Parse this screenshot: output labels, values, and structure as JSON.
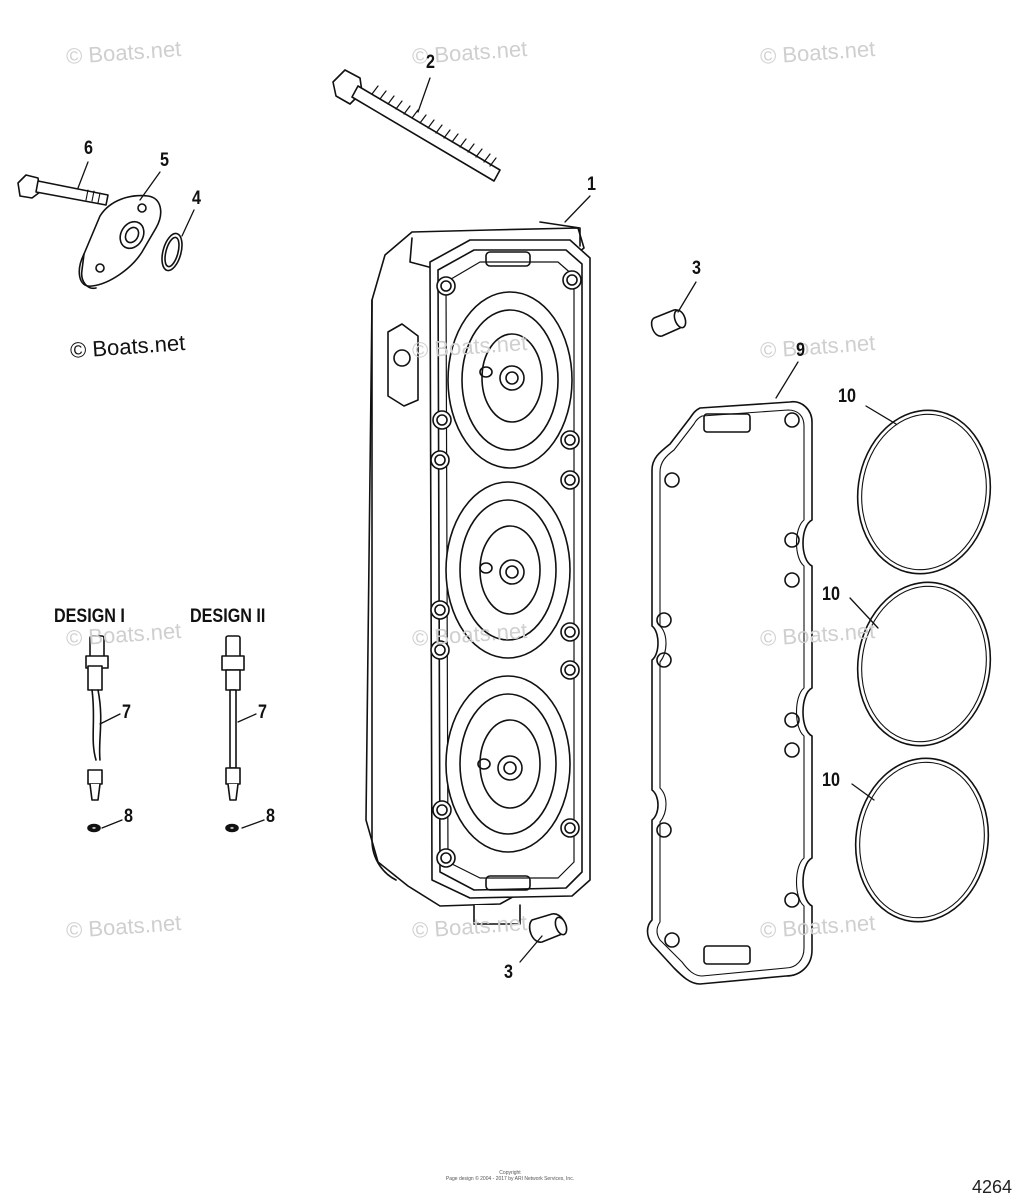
{
  "watermark": "© Boats.net",
  "watermark_dark": "© Boats.net",
  "callouts": {
    "c1": "1",
    "c2": "2",
    "c3a": "3",
    "c3b": "3",
    "c4": "4",
    "c5": "5",
    "c6": "6",
    "c7a": "7",
    "c7b": "7",
    "c8a": "8",
    "c8b": "8",
    "c9": "9",
    "c10a": "10",
    "c10b": "10",
    "c10c": "10"
  },
  "designs": {
    "design1": "DESIGN I",
    "design2": "DESIGN II"
  },
  "figure_number": "4264",
  "copyright": {
    "line1": "Copyright",
    "line2": "Page design © 2004 - 2017 by ARI Network Services, Inc."
  }
}
